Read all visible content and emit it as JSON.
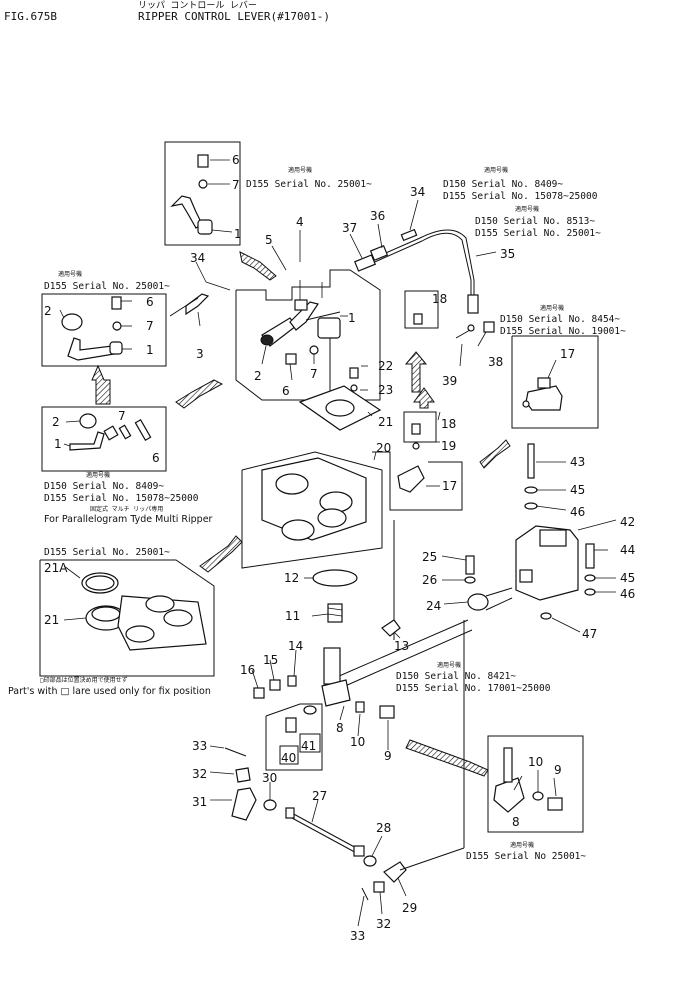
{
  "header": {
    "fig_label": "FIG.675B",
    "jp_title": "リッパ コントロール レバー",
    "title": "RIPPER CONTROL LEVER(#17001-)"
  },
  "serial_notes": [
    {
      "id": "d155-25001-top",
      "jp": "適用号機",
      "lines": [
        "D155  Serial No. 25001~"
      ]
    },
    {
      "id": "d150-8409-top",
      "jp": "適用号機",
      "lines": [
        "D150  Serial No. 8409~",
        "D155  Serial No. 15078~25000"
      ]
    },
    {
      "id": "d150-8513",
      "jp": "適用号機",
      "lines": [
        "D150  Serial No. 8513~",
        "D155  Serial No. 25001~"
      ]
    },
    {
      "id": "d155-25001-left",
      "jp": "適用号機",
      "lines": [
        "D155  Serial No. 25001~"
      ]
    },
    {
      "id": "d150-8454",
      "jp": "適用号機",
      "lines": [
        "D150  Serial No. 8454~",
        "D155  Serial No. 19001~"
      ]
    },
    {
      "id": "d150-8409-left",
      "jp": "適用号機",
      "lines": [
        "D150  Serial No. 8409~",
        "D155  Serial No. 15078~25000"
      ]
    },
    {
      "id": "d150-8421",
      "jp": "適用号機",
      "lines": [
        "D150  Serial No. 8421~",
        "D155  Serial No. 17001~25000"
      ]
    },
    {
      "id": "d155-25001-bottom",
      "jp": "適用号機",
      "lines": [
        "D155  Serial No 25001~"
      ]
    },
    {
      "id": "d155-25001-inset",
      "jp": "",
      "lines": [
        "D155  Serial No. 25001~"
      ]
    }
  ],
  "notes": {
    "multi_ripper_jp": "固定式 マルチ リッパ専用",
    "multi_ripper": "For Parallelogram Tyde Multi Ripper",
    "fix_position_jp": "□印部品は位置決め用で使用せず",
    "fix_position": "Part's with □ lare used only for fix position"
  },
  "callouts": {
    "c6a": "6",
    "c7a": "7",
    "c1a": "1",
    "c34a": "34",
    "c5": "5",
    "c4": "4",
    "c37": "37",
    "c36": "36",
    "c34b": "34",
    "c35": "35",
    "c2a": "2",
    "c6b": "6",
    "c7b": "7",
    "c1b": "1",
    "c3": "3",
    "c1c": "1",
    "c2b": "2",
    "c6c": "6",
    "c7c": "7",
    "c18a": "18",
    "c38": "38",
    "c39": "39",
    "c17a": "17",
    "c2c": "2",
    "c7d": "7",
    "c1d": "1",
    "c6d": "6",
    "c22": "22",
    "c23": "23",
    "c21a": "21",
    "c18b": "18",
    "c19": "19",
    "c20": "20",
    "c17b": "17",
    "c43": "43",
    "c45a": "45",
    "c46a": "46",
    "c42": "42",
    "c44": "44",
    "c45b": "45",
    "c46b": "46",
    "c47": "47",
    "c25": "25",
    "c26": "26",
    "c24": "24",
    "c21A": "21A",
    "c21b": "21",
    "c12": "12",
    "c11": "11",
    "c13": "13",
    "c14": "14",
    "c15": "15",
    "c16": "16",
    "c8a": "8",
    "c10a": "10",
    "c9a": "9",
    "c40": "40",
    "c41": "41",
    "c33a": "33",
    "c32a": "32",
    "c31": "31",
    "c30": "30",
    "c27": "27",
    "c28": "28",
    "c29": "29",
    "c33b": "33",
    "c32b": "32",
    "c10b": "10",
    "c9b": "9",
    "c8b": "8"
  }
}
